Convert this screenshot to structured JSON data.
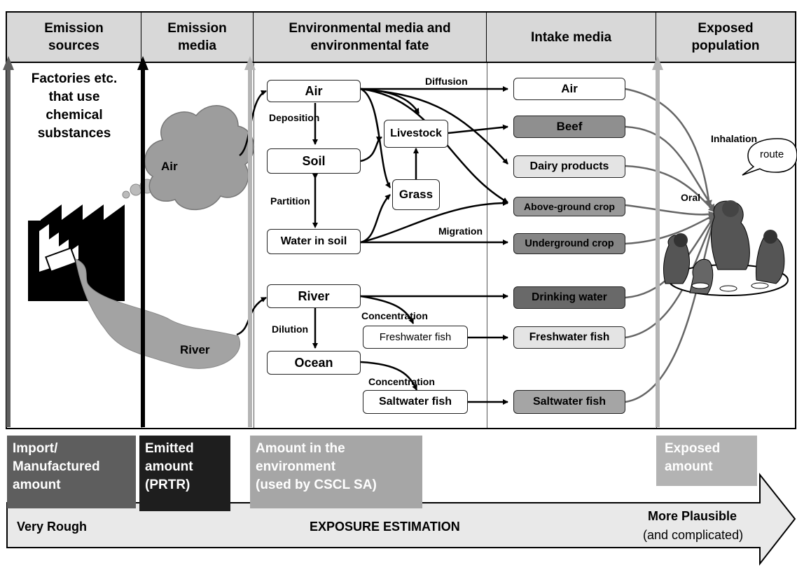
{
  "headers": [
    {
      "text": "Emission\nsources"
    },
    {
      "text": "Emission\nmedia"
    },
    {
      "text": "Environmental media and\nenvironmental fate"
    },
    {
      "text": "Intake media"
    },
    {
      "text": "Exposed\npopulation"
    }
  ],
  "source_text": "Factories etc.\nthat use\nchemical\nsubstances",
  "emission_media": {
    "air": "Air",
    "river": "River"
  },
  "env_boxes": {
    "air": "Air",
    "soil": "Soil",
    "water_in_soil": "Water in soil",
    "livestock": "Livestock",
    "grass": "Grass",
    "river": "River",
    "ocean": "Ocean",
    "freshwater_fish": "Freshwater fish",
    "saltwater_fish": "Saltwater fish"
  },
  "process_labels": {
    "deposition": "Deposition",
    "partition": "Partition",
    "diffusion": "Diffusion",
    "migration": "Migration",
    "dilution": "Dilution",
    "concentration_1": "Concentration",
    "concentration_2": "Concentration"
  },
  "intake_boxes": {
    "air": "Air",
    "beef": "Beef",
    "dairy": "Dairy products",
    "above_crop": "Above-ground crop",
    "under_crop": "Underground crop",
    "drinking_water": "Drinking water",
    "freshwater_fish": "Freshwater fish",
    "saltwater_fish": "Saltwater fish"
  },
  "route_labels": {
    "inhalation": "Inhalation",
    "route": "route",
    "oral": "Oral"
  },
  "amount_blocks": {
    "import": "Import/\nManufactured\namount",
    "emitted": "Emitted\namount\n(PRTR)",
    "environment": "Amount in the\nenvironment\n(used by CSCL SA)",
    "exposed": "Exposed\namount"
  },
  "scale": {
    "left": "Very Rough",
    "center": "EXPOSURE ESTIMATION",
    "right_1": "More Plausible",
    "right_2": "(and complicated)"
  },
  "colors": {
    "import": "#5e5e5e",
    "emitted": "#1e1e1e",
    "environment": "#a6a6a6",
    "exposed": "#b3b3b3",
    "header": "#d8d8d8",
    "cloud": "#9d9d9d",
    "river": "#a3a3a3"
  }
}
